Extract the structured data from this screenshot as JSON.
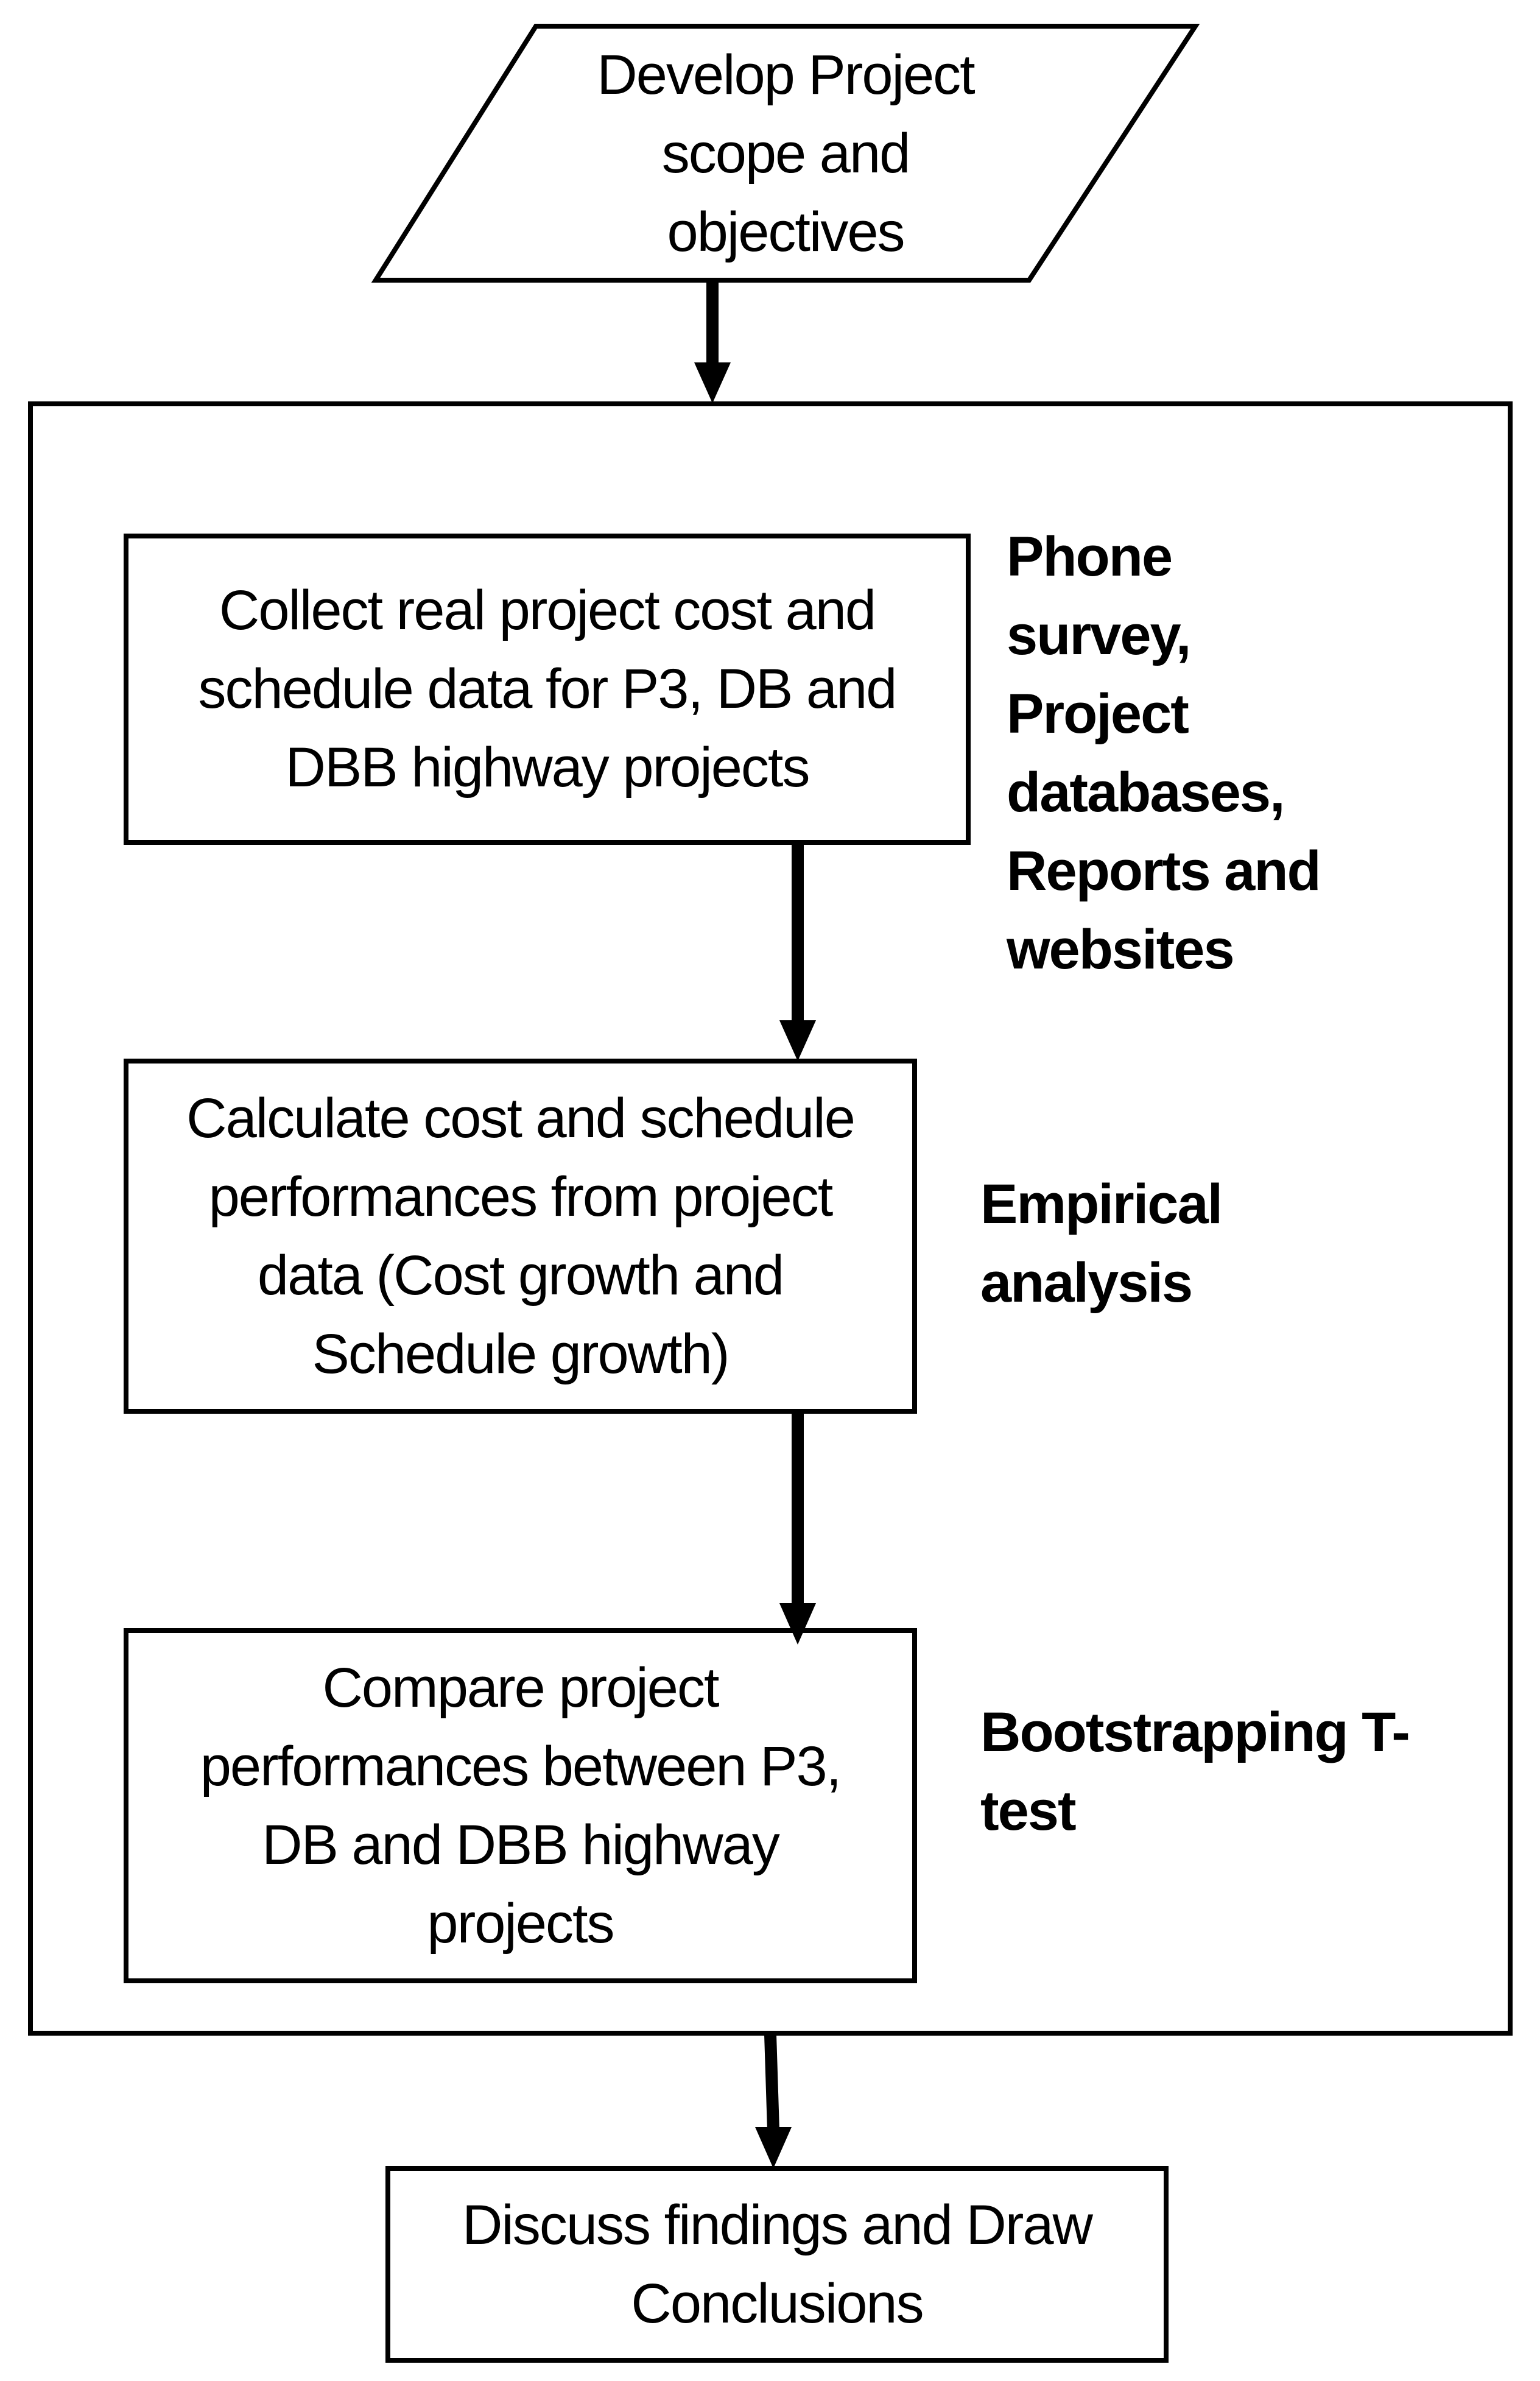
{
  "diagram": {
    "start": {
      "lines": [
        "Develop Project",
        "scope and",
        "objectives"
      ]
    },
    "step1": {
      "lines": [
        "Collect real project cost and",
        "schedule data for P3, DB and",
        "DBB highway projects"
      ]
    },
    "step2": {
      "lines": [
        "Calculate cost and schedule",
        "performances from project",
        "data (Cost growth and",
        "Schedule growth)"
      ]
    },
    "step3": {
      "lines": [
        "Compare project",
        "performances between P3,",
        "DB and DBB highway",
        "projects"
      ]
    },
    "end": {
      "lines": [
        "Discuss findings and Draw",
        "Conclusions"
      ]
    },
    "note1": {
      "lines": [
        "Phone",
        "survey,",
        "Project",
        "databases,",
        "Reports and",
        "websites"
      ]
    },
    "note2": {
      "lines": [
        "Empirical",
        "analysis"
      ]
    },
    "note3": {
      "lines": [
        "Bootstrapping T-",
        "test"
      ]
    }
  }
}
